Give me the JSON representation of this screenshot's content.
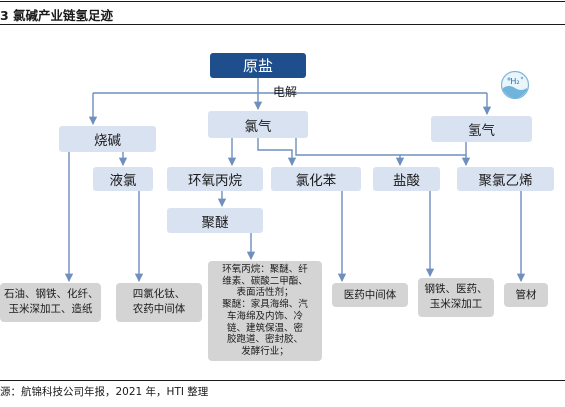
{
  "figure": {
    "title": "3 氯碱产业链氢足迹",
    "source": "源：航锦科技公司年报，2021 年，HTI 整理",
    "h2_label": "H₂"
  },
  "nodes": {
    "raw_salt": "原盐",
    "electrolysis": "电解",
    "caustic_soda": "烧碱",
    "chlorine": "氯气",
    "hydrogen": "氢气",
    "liquid_chlorine": "液氯",
    "epichlorohydrin": "环氧丙烷",
    "chlorobenzene": "氯化苯",
    "hydrochloric_acid": "盐酸",
    "pvc": "聚氯乙烯",
    "polyether": "聚醚"
  },
  "applications": {
    "caustic_soda": [
      "石油、钢铁、化纤、",
      "玉米深加工、造纸"
    ],
    "liquid_chlorine": [
      "四氯化钛、",
      "农药中间体"
    ],
    "polyether": [
      "环氧丙烷：聚醚、纤",
      "维素、碳酸二甲酯、",
      "表面活性剂；",
      "聚醚：家具海绵、汽",
      "车海绵及内饰、冷",
      "链、建筑保温、密",
      "胶跑道、密封胶、",
      "发酵行业；"
    ],
    "chlorobenzene": [
      "医药中间体"
    ],
    "hydrochloric_acid": [
      "钢铁、医药、",
      "玉米深加工"
    ],
    "pvc": [
      "管材"
    ]
  }
}
